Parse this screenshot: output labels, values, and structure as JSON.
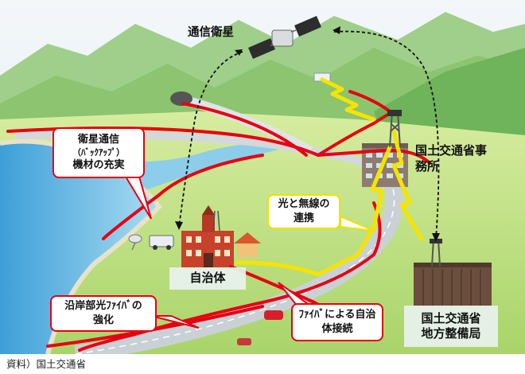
{
  "labels": {
    "satellite": "通信衛星",
    "mlit_office_line1": "国土交通省事",
    "mlit_office_line2": "務所",
    "municipality": "自治体",
    "regional_bureau_line1": "国土交通省",
    "regional_bureau_line2": "地方整備局"
  },
  "callouts": {
    "satellite_equipment": [
      "衛星通信",
      "（ﾊﾞｯｸｱｯﾌﾟ）",
      "機材の充実"
    ],
    "optical_wireless": [
      "光と無線の",
      "連携"
    ],
    "coastal_fiber": [
      "沿岸部光ﾌｧｲﾊﾞの",
      "強化"
    ],
    "fiber_municipality": [
      "ﾌｧｲﾊﾞによる自治",
      "体接続"
    ]
  },
  "source": "資料）国土交通省",
  "colors": {
    "fiber": "#e60012",
    "wireless": "#f5e400",
    "sky": "#e7eff4",
    "river": "#7fc3e6",
    "ground": "#bfe08a"
  }
}
